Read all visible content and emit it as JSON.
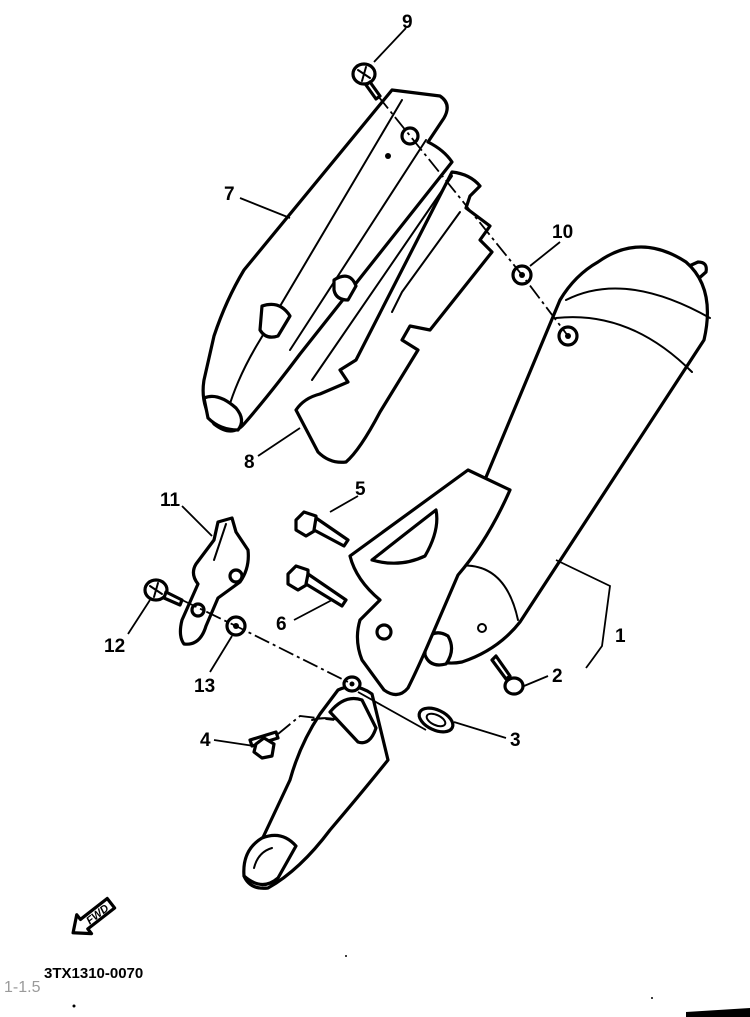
{
  "callouts": [
    {
      "id": "1",
      "label": "1"
    },
    {
      "id": "2",
      "label": "2"
    },
    {
      "id": "3",
      "label": "3"
    },
    {
      "id": "4",
      "label": "4"
    },
    {
      "id": "5",
      "label": "5"
    },
    {
      "id": "6",
      "label": "6"
    },
    {
      "id": "7",
      "label": "7"
    },
    {
      "id": "8",
      "label": "8"
    },
    {
      "id": "9",
      "label": "9"
    },
    {
      "id": "10",
      "label": "10"
    },
    {
      "id": "11",
      "label": "11"
    },
    {
      "id": "12",
      "label": "12"
    },
    {
      "id": "13",
      "label": "13"
    }
  ],
  "fwd_label": "FWD",
  "drawing_code": "3TX1310-0070",
  "stamp": "1-1.5"
}
